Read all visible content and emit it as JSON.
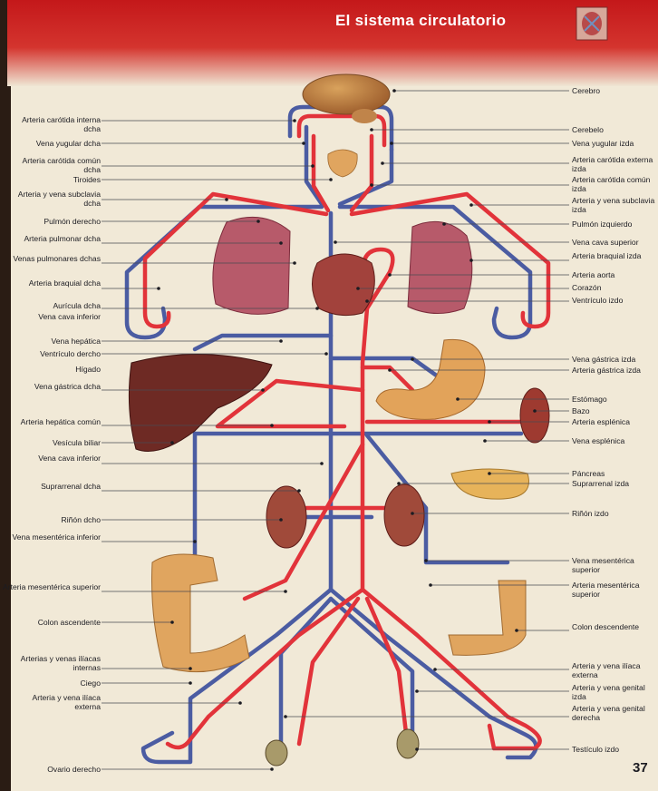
{
  "header": {
    "title": "El sistema circulatorio",
    "page_number": "37"
  },
  "labels_left": [
    "Arteria carótida interna dcha",
    "Vena yugular dcha",
    "Arteria carótida común dcha",
    "Tiroides",
    "Arteria y vena subclavia dcha",
    "Pulmón derecho",
    "Arteria pulmonar dcha",
    "Venas pulmonares dchas",
    "Arteria braquial dcha",
    "Aurícula dcha",
    "Vena cava inferior",
    "Vena hepática",
    "Ventrículo dercho",
    "Hígado",
    "Vena gástrica dcha",
    "Arteria hepática común",
    "Vesícula biliar",
    "Vena cava inferior",
    "Suprarrenal dcha",
    "Riñón dcho",
    "Vena mesentérica inferior",
    "Arteria mesentérica superior",
    "Colon ascendente",
    "Arterias y venas ilíacas internas",
    "Ciego",
    "Arteria y vena ilíaca externa",
    "Ovario derecho"
  ],
  "labels_right": [
    "Cerebro",
    "Cerebelo",
    "Vena yugular izda",
    "Arteria carótida externa izda",
    "Arteria carótida común izda",
    "Arteria y vena subclavia izda",
    "Pulmón izquierdo",
    "Vena cava superior",
    "Arteria braquial izda",
    "Arteria aorta",
    "Corazón",
    "Ventrículo izdo",
    "Vena gástrica izda",
    "Arteria gástrica izda",
    "Estómago",
    "Bazo",
    "Arteria esplénica",
    "Vena esplénica",
    "Páncreas",
    "Suprarrenal izda",
    "Riñón izdo",
    "Vena mesentérica superior",
    "Arteria mesentérica superior",
    "Colon descendente",
    "Arteria y vena ilíaca externa",
    "Arteria y vena genital izda",
    "Arteria y vena genital derecha",
    "Testículo izdo"
  ],
  "colors": {
    "artery": "#e2333a",
    "vein": "#4b5ca2",
    "header_red": "#c81d1c",
    "paper": "#f2ead8"
  }
}
